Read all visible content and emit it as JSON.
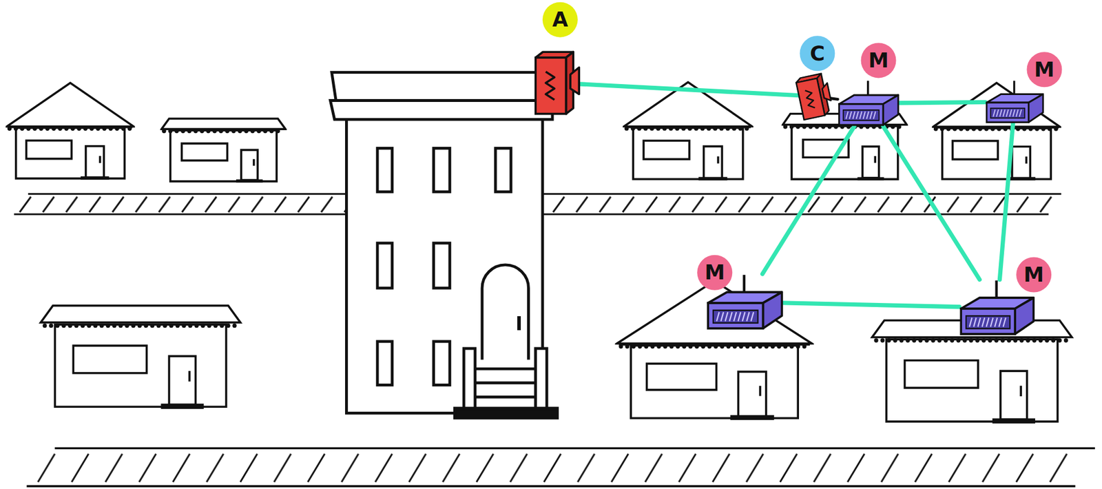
{
  "diagram": {
    "nodes": [
      {
        "text": [
          "A"
        ]
      },
      {
        "text": [
          "C"
        ]
      },
      {
        "text": [
          "M"
        ]
      },
      {
        "text": [
          "M"
        ]
      },
      {
        "text": [
          "M"
        ]
      },
      {
        "text": [
          "M"
        ]
      }
    ],
    "edges": [
      {
        "from": 0,
        "to": 1,
        "arrow": "none"
      },
      {
        "from": 1,
        "to": 2,
        "arrow": "none"
      },
      {
        "from": 2,
        "to": 3,
        "arrow": "none"
      },
      {
        "from": 2,
        "to": 4,
        "arrow": "none"
      },
      {
        "from": 2,
        "to": 5,
        "arrow": "none"
      },
      {
        "from": 3,
        "to": 5,
        "arrow": "none"
      },
      {
        "from": 4,
        "to": 5,
        "arrow": "none"
      }
    ]
  }
}
